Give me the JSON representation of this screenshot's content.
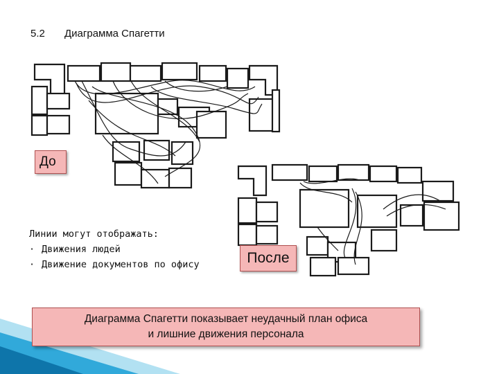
{
  "header": {
    "number": "5.2",
    "title": "Диаграмма Спагетти"
  },
  "labels": {
    "before": "До",
    "after": "После"
  },
  "notes": {
    "intro": "Линии могут отображать:",
    "items": [
      "Движения людей",
      "Движение документов по офису"
    ],
    "bullet": "·"
  },
  "summary": {
    "line1": "Диаграмма Спагетти показывает неудачный план офиса",
    "line2": "и лишние движения персонала"
  },
  "colors": {
    "label_fill": "#f5b7b7",
    "label_border": "#b05050",
    "deco_blue": "#1a9fd6",
    "deco_light": "#7fcde9"
  }
}
